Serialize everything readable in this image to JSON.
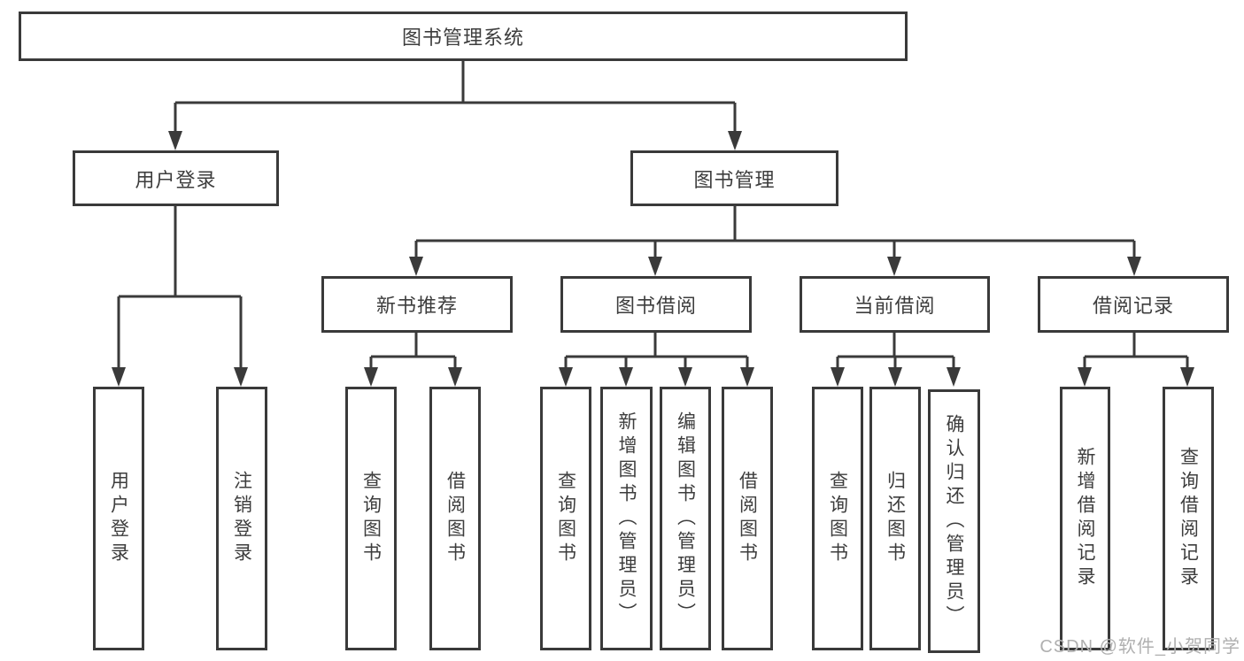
{
  "colors": {
    "line": "#3a3a3a",
    "text": "#3d3d3d",
    "watermark": "#b0b0b0",
    "background": "#ffffff"
  },
  "watermark": "CSDN @软件_小贺同学",
  "tree": {
    "root": {
      "label": "图书管理系统",
      "children": [
        {
          "label": "用户登录",
          "children": [
            {
              "label": "用户登录"
            },
            {
              "label": "注销登录"
            }
          ]
        },
        {
          "label": "图书管理",
          "children": [
            {
              "label": "新书推荐",
              "children": [
                {
                  "label": "查询图书"
                },
                {
                  "label": "借阅图书"
                }
              ]
            },
            {
              "label": "图书借阅",
              "children": [
                {
                  "label": "查询图书"
                },
                {
                  "label": "新增图书（管理员）"
                },
                {
                  "label": "编辑图书（管理员）"
                },
                {
                  "label": "借阅图书"
                }
              ]
            },
            {
              "label": "当前借阅",
              "children": [
                {
                  "label": "查询图书"
                },
                {
                  "label": "归还图书"
                },
                {
                  "label": "确认归还（管理员）"
                }
              ]
            },
            {
              "label": "借阅记录",
              "children": [
                {
                  "label": "新增借阅记录"
                },
                {
                  "label": "查询借阅记录"
                }
              ]
            }
          ]
        }
      ]
    }
  }
}
